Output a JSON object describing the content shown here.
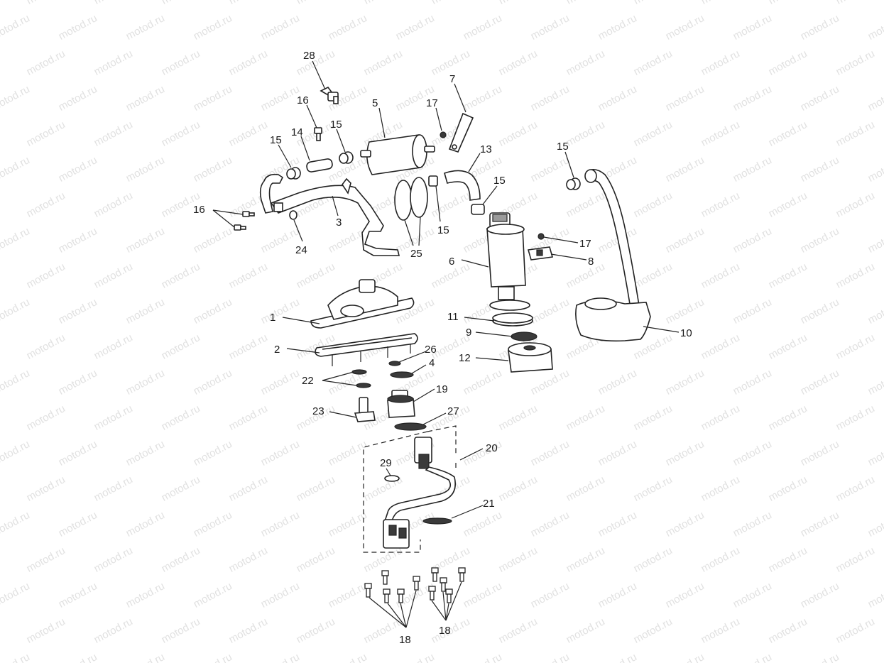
{
  "watermark_text": "motod.ru",
  "callouts": {
    "c1": "1",
    "c2": "2",
    "c3": "3",
    "c4": "4",
    "c5": "5",
    "c6": "6",
    "c7": "7",
    "c8": "8",
    "c9": "9",
    "c10": "10",
    "c11": "11",
    "c12": "12",
    "c13": "13",
    "c14": "14",
    "c15": "15",
    "c16": "16",
    "c17": "17",
    "c18": "18",
    "c19": "19",
    "c20": "20",
    "c21": "21",
    "c22": "22",
    "c23": "23",
    "c24": "24",
    "c25": "25",
    "c26": "26",
    "c27": "27",
    "c28": "28",
    "c29": "29"
  },
  "colors": {
    "ink": "#222222",
    "watermark": "#e1e1e1",
    "background": "#ffffff"
  }
}
